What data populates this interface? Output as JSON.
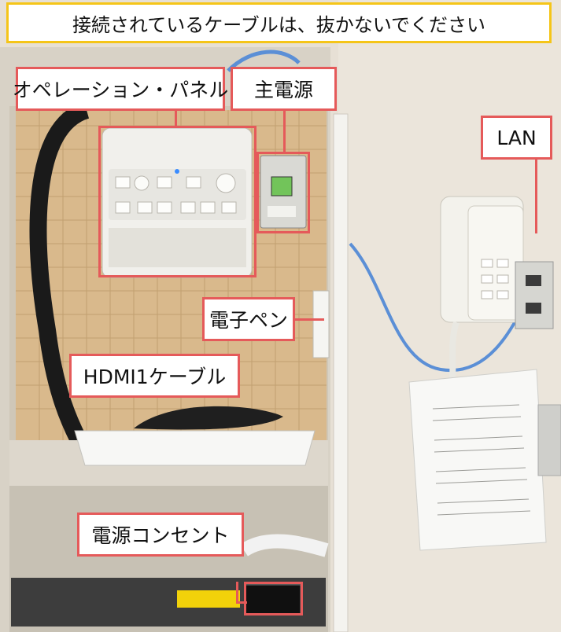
{
  "banner": {
    "text": "接続されているケーブルは、抜かないでください",
    "border_color": "#f5c518"
  },
  "callout_color": "#e55a5a",
  "labels": {
    "operation_panel": "オペレーション・パネル",
    "main_power": "主電源",
    "lan": "LAN",
    "pen": "電子ペン",
    "hdmi": "HDMI1ケーブル",
    "outlet": "電源コンセント"
  }
}
